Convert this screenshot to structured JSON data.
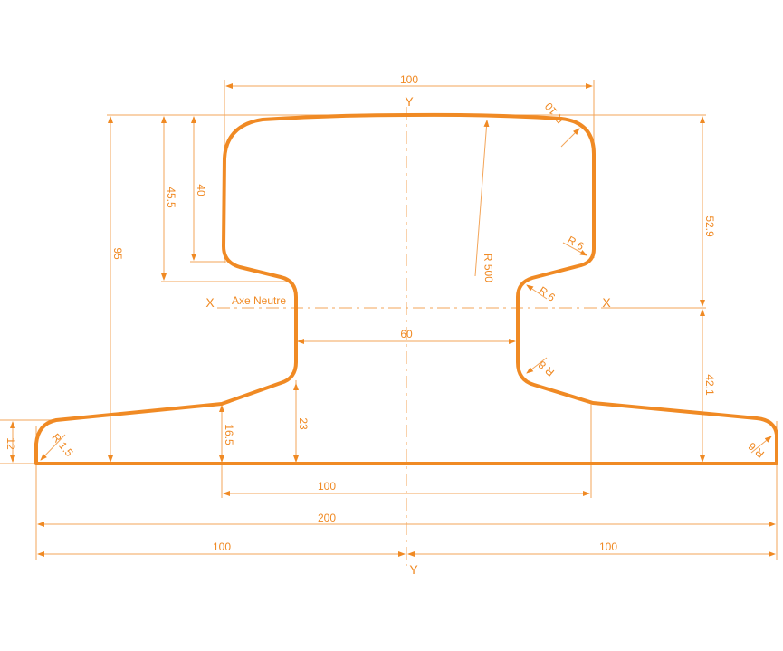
{
  "axes": {
    "y_top": "Y",
    "y_bottom": "Y",
    "x_left": "X",
    "x_right": "X",
    "neutral_axis": "Axe Neutre"
  },
  "dimensions": {
    "head_width": "100",
    "total_height": "95",
    "head_depth_45": "45.5",
    "head_depth_40": "40",
    "upper_to_neutral": "52.9",
    "lower_to_neutral": "42.1",
    "web_width": "60",
    "web_bottom_height": "23",
    "foot_inner_height": "16.5",
    "foot_edge_height": "12",
    "foot_inner_width": "100",
    "foot_width": "200",
    "half_left": "100",
    "half_right": "100"
  },
  "radii": {
    "head_top": "R 500",
    "head_corner": "R 10",
    "head_under": "R 6",
    "web_top": "R 6",
    "web_bottom": "R 8",
    "foot_left": "R 1.5",
    "foot_right": "R 6"
  },
  "colors": {
    "profile": "#f08a24",
    "dimension": "#f3a559"
  }
}
